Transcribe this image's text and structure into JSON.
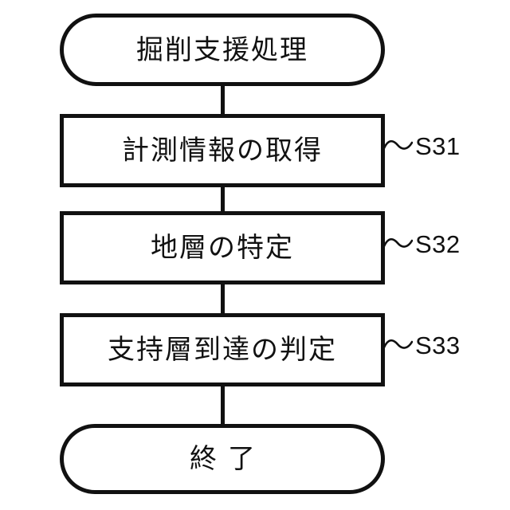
{
  "diagram": {
    "type": "flowchart",
    "orientation": "vertical",
    "colors": {
      "line": "#111111",
      "background": "#ffffff",
      "node_fill": "#ffffff"
    },
    "nodes": [
      {
        "id": "start",
        "type": "terminal",
        "label": "掘削支援処理",
        "step": ""
      },
      {
        "id": "s31",
        "type": "process",
        "label": "計測情報の取得",
        "step": "S31"
      },
      {
        "id": "s32",
        "type": "process",
        "label": "地層の特定",
        "step": "S32"
      },
      {
        "id": "s33",
        "type": "process",
        "label": "支持層到達の判定",
        "step": "S33"
      },
      {
        "id": "end",
        "type": "terminal",
        "label": "終了",
        "step": ""
      }
    ],
    "edges": [
      {
        "from": "start",
        "to": "s31"
      },
      {
        "from": "s31",
        "to": "s32"
      },
      {
        "from": "s32",
        "to": "s33"
      },
      {
        "from": "s33",
        "to": "end"
      }
    ]
  }
}
